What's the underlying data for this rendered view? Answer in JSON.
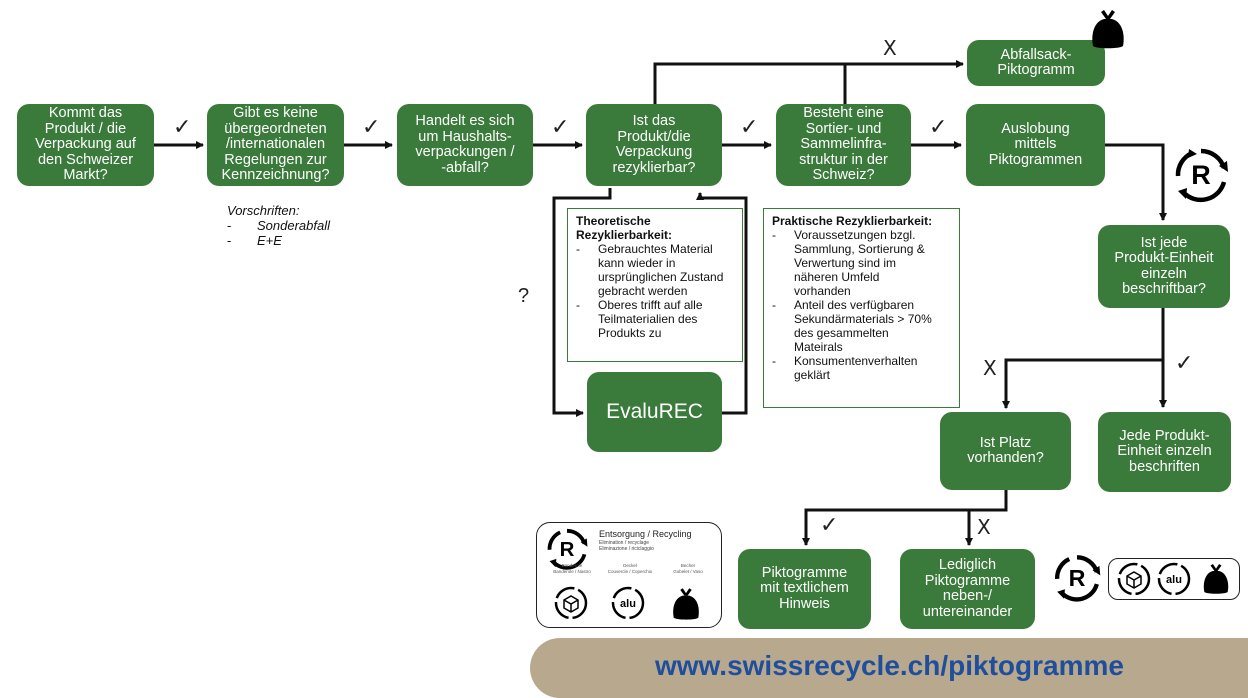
{
  "nodes": {
    "markt": "Kommt das\nProdukt / die\nVerpackung auf\nden Schweizer\nMarkt?",
    "regelungen": "Gibt es keine\nübergeordneten\n/internationalen\nRegelungen zur\nKennzeichnung?",
    "haushalt": "Handelt es sich\num Haushalts-\nverpackungen /\n-abfall?",
    "rezyklierbar": "Ist das\nProdukt/die\nVerpackung\nrezyklierbar?",
    "sammel": "Besteht eine\nSortier- und\nSammelinfra-\nstruktur in der\nSchweiz?",
    "abfallsack": "Abfallsack-\nPiktogramm",
    "auslobung": "Auslobung\nmittels\nPiktogrammen",
    "einheit": "Ist jede\nProdukt-Einheit\neinzeln\nbeschriftbar?",
    "platz": "Ist Platz\nvorhanden?",
    "jede": "Jede Produkt-\nEinheit einzeln\nbeschriften",
    "textlich": "Piktogramme\nmit textlichem\nHinweis",
    "lediglich": "Lediglich\nPiktogramme\nneben-/\nuntereinander",
    "evalurec": "EvaluREC"
  },
  "marks": {
    "check": "✓",
    "cross": "X",
    "question": "?"
  },
  "vorschriften": {
    "title": "Vorschriften:",
    "items": [
      "Sonderabfall",
      "E+E"
    ]
  },
  "theoretisch": {
    "title": "Theoretische\nRezyklierbarkeit:",
    "items": [
      "Gebrauchtes Material\nkann wieder in\nursprünglichen Zustand\ngebracht werden",
      "Oberes trifft auf alle\nTeilmaterialien des\nProdukts zu"
    ]
  },
  "praktisch": {
    "title": "Praktische Rezyklierbarkeit:",
    "items": [
      "Voraussetzungen bzgl.\nSammlung, Sortierung &\nVerwertung sind im\nnäheren Umfeld\nvorhanden",
      "Anteil des verfügbaren\nSekundärmaterials > 70%\ndes gesammelten\nMateirals",
      "Konsumentenverhalten\ngeklärt"
    ]
  },
  "legend_card": {
    "title": "Entsorgung / Recycling",
    "subtitle": "Elimination / recyclage\nEliminazione / riciclaggio",
    "labels": [
      "Banderole\nBanderole / Nastro",
      "Deckel\nCouvercle / Coperchio",
      "Becher\nGobelet / Vaso"
    ],
    "alu_text": "alu"
  },
  "icons": {
    "r_letter": "R",
    "alu_text": "alu",
    "names": [
      "recycling-r-icon",
      "garbage-bag-icon",
      "box-recycle-icon",
      "alu-recycle-icon"
    ]
  },
  "footer": {
    "url": "www.swissrecycle.ch/piktogramme"
  },
  "colors": {
    "node_green": "#3a7a3a",
    "footer_bg": "#b8a98e",
    "footer_text": "#1f4e9c"
  }
}
